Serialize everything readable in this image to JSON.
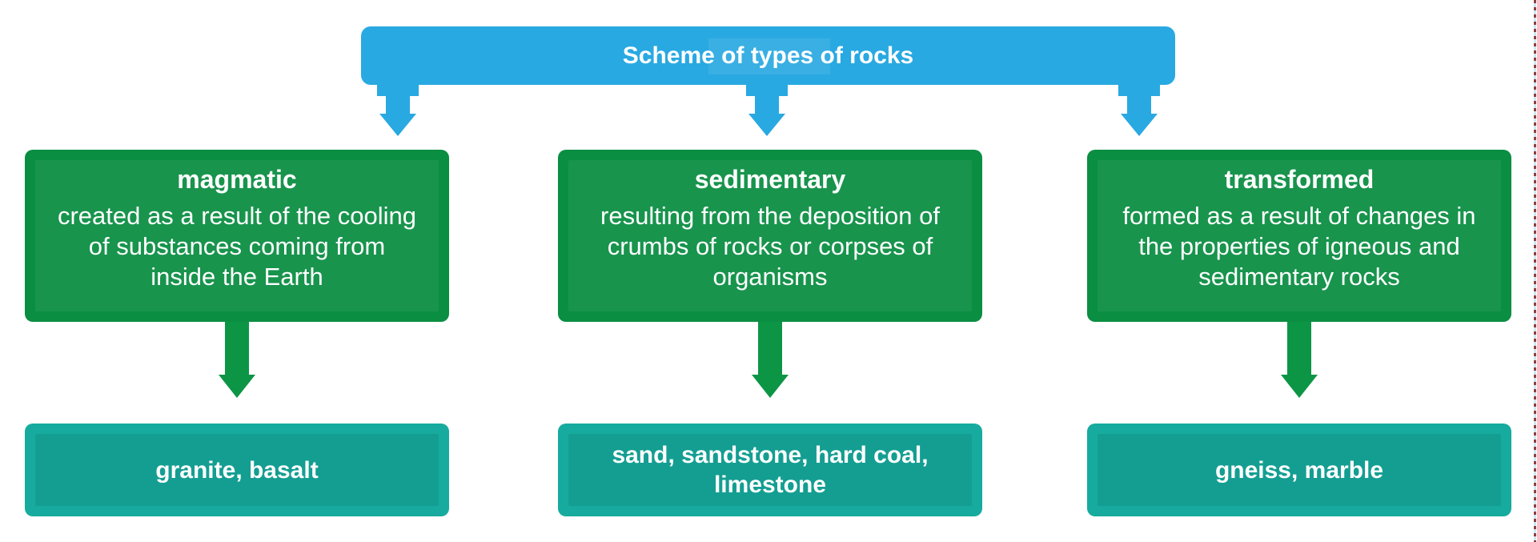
{
  "title_bar": {
    "label": "Scheme of types of rocks"
  },
  "columns": [
    {
      "heading": "magmatic",
      "description": "created as a result of the cooling\nof substances coming from\ninside the Earth",
      "examples": "granite, basalt"
    },
    {
      "heading": "sedimentary",
      "description": "resulting from the deposition of\ncrumbs of rocks or corpses of\norganisms",
      "examples": "sand, sandstone, hard coal,\nlimestone"
    },
    {
      "heading": "transformed",
      "description": "formed as a result of changes in\nthe properties of igneous and\nsedimentary rocks",
      "examples": "gneiss, marble"
    }
  ],
  "colors": {
    "header_blue": "#29a9e1",
    "node_green": "#0a8e42",
    "arrow_green": "#0d9546",
    "node_teal": "#16ab9e",
    "text_white": "#ffffff",
    "edge_dash_red": "#8a4040",
    "edge_dash_light": "#cde8f4"
  }
}
